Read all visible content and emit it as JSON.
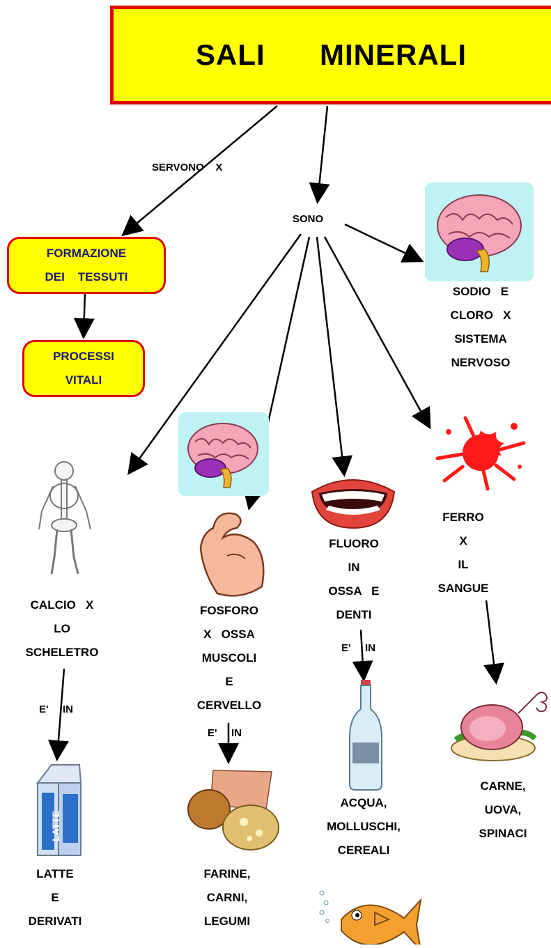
{
  "title": {
    "word1": "SALI",
    "word2": "MINERALI"
  },
  "links": {
    "servono": "SERVONO    X",
    "sono": "SONO"
  },
  "boxes": {
    "formazione": {
      "line1": "FORMAZIONE",
      "line2": "DEI    TESSUTI"
    },
    "processi": {
      "line1": "PROCESSI",
      "line2": "VITALI"
    }
  },
  "minerals": {
    "sodio": {
      "lines": [
        "SODIO   E",
        "CLORO   X",
        "SISTEMA",
        "NERVOSO"
      ],
      "icon": "brain-icon"
    },
    "calcio": {
      "lines": [
        "CALCIO   X",
        "LO",
        "SCHELETRO"
      ],
      "icon": "skeleton-icon",
      "edge": [
        "E'",
        "IN"
      ],
      "sources": [
        "LATTE",
        "E",
        "DERIVATI"
      ],
      "source_icon": "milk-carton-icon",
      "carton_text": "LATTE"
    },
    "fosforo": {
      "lines": [
        "FOSFORO",
        "X   OSSA",
        "MUSCOLI",
        "E",
        "CERVELLO"
      ],
      "icon": "muscle-arm-icon",
      "extra_icon": "brain-icon",
      "edge": [
        "E'",
        "IN"
      ],
      "sources": [
        "FARINE,",
        "CARNI,",
        "LEGUMI"
      ],
      "source_icon": "meat-flour-icon"
    },
    "fluoro": {
      "lines": [
        "FLUORO",
        "IN",
        "OSSA   E",
        "DENTI"
      ],
      "icon": "mouth-teeth-icon",
      "edge": [
        "E'",
        "IN"
      ],
      "sources": [
        "ACQUA,",
        "MOLLUSCHI,",
        "CEREALI"
      ],
      "source_icon": "water-bottle-icon",
      "extra_icon": "fish-icon"
    },
    "ferro": {
      "lines": [
        "FERRO",
        "X",
        "IL",
        "SANGUE"
      ],
      "icon": "blood-splat-icon",
      "sources": [
        "CARNE,",
        "UOVA,",
        "SPINACI"
      ],
      "source_icon": "ham-icon"
    }
  },
  "colors": {
    "box_fill": "#ffff00",
    "box_border": "#e00000",
    "tile": "#bff3f3",
    "blood": "#ff1a1a"
  }
}
